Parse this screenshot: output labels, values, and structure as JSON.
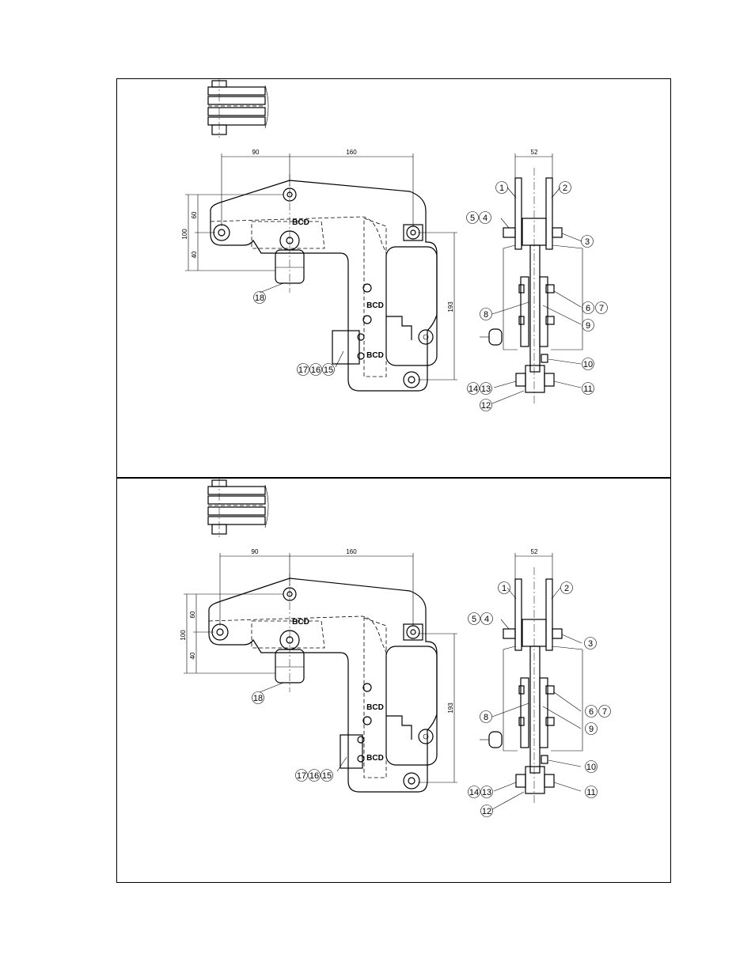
{
  "panels": [
    {
      "dimensions": {
        "d90": "90",
        "d160": "160",
        "d52": "52",
        "d60": "60",
        "d100": "100",
        "d40": "40",
        "d193": "193"
      },
      "bcd": [
        "BCD",
        "BCD",
        "BCD"
      ],
      "callouts": [
        "1",
        "2",
        "3",
        "4",
        "5",
        "6",
        "7",
        "8",
        "9",
        "10",
        "11",
        "12",
        "13",
        "14",
        "15",
        "16",
        "17",
        "18"
      ]
    },
    {
      "dimensions": {
        "d90": "90",
        "d160": "160",
        "d52": "52",
        "d60": "60",
        "d100": "100",
        "d40": "40",
        "d193": "193"
      },
      "bcd": [
        "BCD",
        "BCD",
        "BCD"
      ],
      "callouts": [
        "1",
        "2",
        "3",
        "4",
        "5",
        "6",
        "7",
        "8",
        "9",
        "10",
        "11",
        "12",
        "13",
        "14",
        "15",
        "16",
        "17",
        "18"
      ]
    }
  ]
}
